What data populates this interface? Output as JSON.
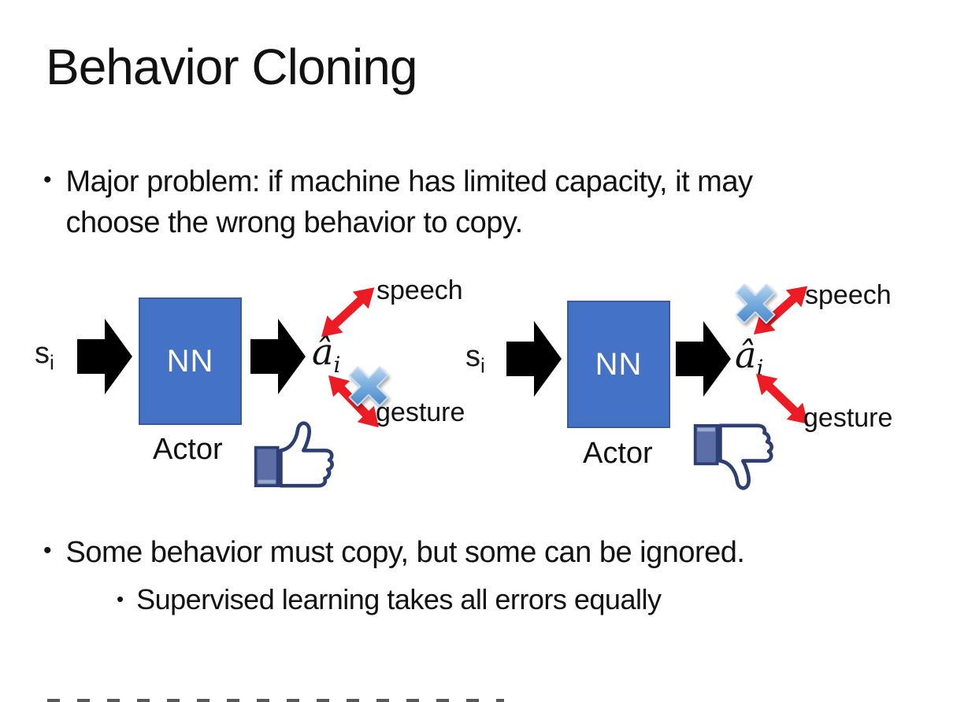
{
  "slide": {
    "title": "Behavior Cloning",
    "bullets": {
      "major_problem": "Major problem: if machine has limited capacity, it may choose the wrong behavior to copy.",
      "some_behavior": "Some behavior must copy, but some can be ignored.",
      "supervised": "Supervised learning takes all errors equally"
    }
  },
  "diagram_left": {
    "input_label": "s",
    "input_sub": "i",
    "nn_label": "NN",
    "output_label": "â",
    "output_sub": "i",
    "speech_label": "speech",
    "gesture_label": "gesture",
    "actor_label": "Actor",
    "crossed_out_action": "gesture",
    "feedback_icon": "thumbs-up"
  },
  "diagram_right": {
    "input_label": "s",
    "input_sub": "i",
    "nn_label": "NN",
    "output_label": "â",
    "output_sub": "i",
    "speech_label": "speech",
    "gesture_label": "gesture",
    "actor_label": "Actor",
    "crossed_out_action": "speech",
    "feedback_icon": "thumbs-down"
  },
  "colors": {
    "background": "#FFFFFF",
    "text": "#111111",
    "nn_fill": "#4472C4",
    "nn_border": "#3A5A9B",
    "nn_text": "#FFFFFF",
    "black_arrow": "#000000",
    "red_arrow": "#ED1C24",
    "cross_blue_light": "#CFE2F5",
    "cross_blue_dark": "#3D85C8",
    "thumb_outline": "#2D3E73",
    "thumb_cuff": "#5B6EA8",
    "thumb_hand": "#FFFFFF"
  }
}
